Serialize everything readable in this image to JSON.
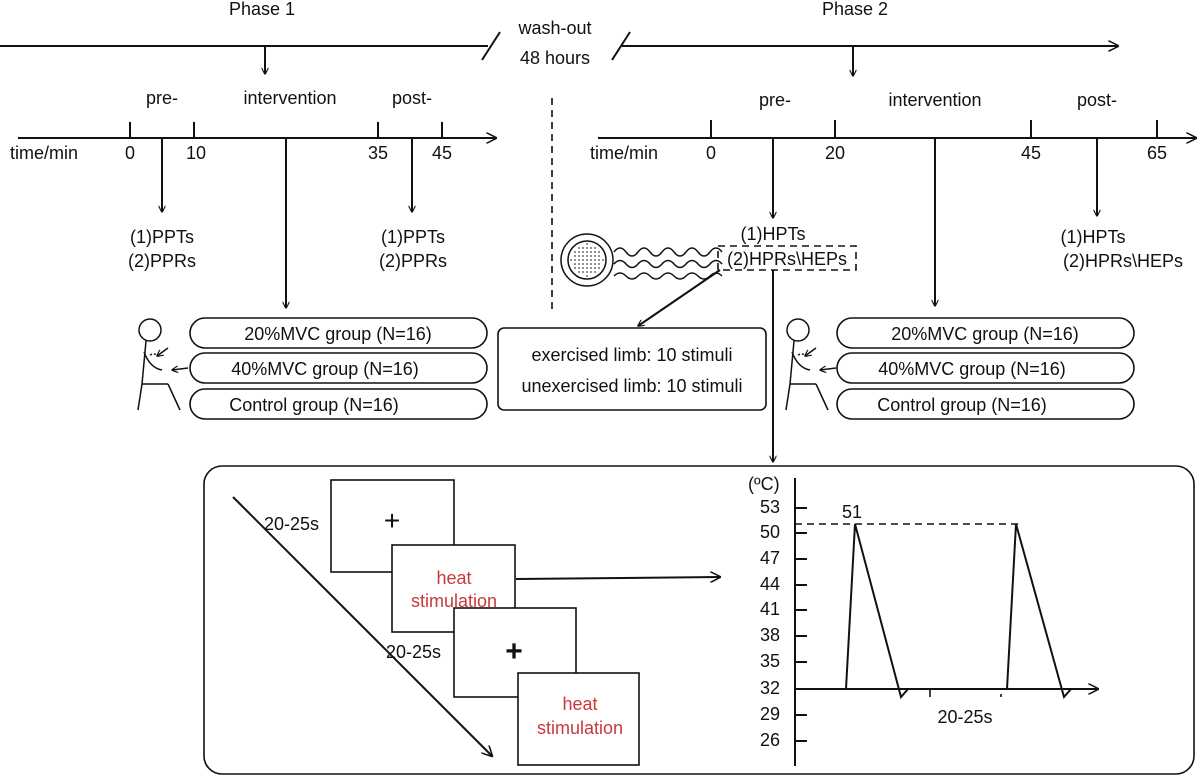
{
  "phase1": {
    "title": "Phase 1",
    "pre": "pre-",
    "intervention": "intervention",
    "post": "post-",
    "axis_label": "time/min",
    "ticks": [
      "0",
      "10",
      "35",
      "45"
    ],
    "measure_pre": [
      "(1)PPTs",
      "(2)PPRs"
    ],
    "measure_post": [
      "(1)PPTs",
      "(2)PPRs"
    ],
    "groups": [
      "20%MVC group (N=16)",
      "40%MVC group (N=16)",
      "Control group (N=16)"
    ]
  },
  "washout": [
    "wash-out",
    "48 hours"
  ],
  "phase2": {
    "title": "Phase 2",
    "pre": "pre-",
    "intervention": "intervention",
    "post": "post-",
    "axis_label": "time/min",
    "ticks": [
      "0",
      "20",
      "45",
      "65"
    ],
    "measure_pre": [
      "(1)HPTs",
      "(2)HPRs\\HEPs"
    ],
    "measure_post": [
      "(1)HPTs",
      "(2)HPRs\\HEPs"
    ],
    "groups": [
      "20%MVC group (N=16)",
      "40%MVC group (N=16)",
      "Control group (N=16)"
    ]
  },
  "stimuli_box": [
    "exercised limb: 10 stimuli",
    "unexercised limb: 10 stimuli"
  ],
  "protocol": {
    "interval": "20-25s",
    "fixation": "+",
    "stim_line1": "heat",
    "stim_line2": "stimulation",
    "stim_color": "#c8393b"
  },
  "temp_chart": {
    "unit": "(ºC)",
    "ticks": [
      "53",
      "50",
      "47",
      "44",
      "41",
      "38",
      "35",
      "32",
      "29",
      "26"
    ],
    "peak_label": "51",
    "gap_label": "20-25s"
  }
}
